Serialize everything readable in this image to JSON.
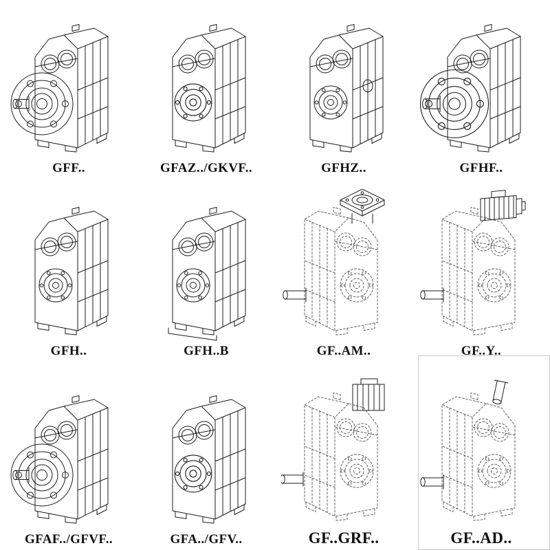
{
  "colors": {
    "background": "#ffffff",
    "line": "#1b1b1b",
    "dashed_line": "#4f4f4f",
    "panel_border": "#c9c9c9",
    "label_text": "#101010"
  },
  "grid": {
    "cells": [
      {
        "id": "gff",
        "label": "GFF..",
        "variant": "flange-with-solid-shaft"
      },
      {
        "id": "gfaz-gkvf",
        "label": "GFAZ../GKVF..",
        "variant": "hollow-bore-front"
      },
      {
        "id": "gfhz",
        "label": "GFHZ..",
        "variant": "hollow-bore-side-cover"
      },
      {
        "id": "gfhf",
        "label": "GFHF..",
        "variant": "large-flange"
      },
      {
        "id": "gfh",
        "label": "GFH..",
        "variant": "foot-mounted"
      },
      {
        "id": "gfh-b",
        "label": "GFH..B",
        "variant": "foot-mounted-base-plate"
      },
      {
        "id": "gf-am",
        "label": "GF..AM..",
        "variant": "phantom-body-top-adapter-flange"
      },
      {
        "id": "gf-y",
        "label": "GF..Y..",
        "variant": "phantom-body-top-motor"
      },
      {
        "id": "gfaf-gfvf",
        "label": "GFAF../GFVF..",
        "variant": "flange-with-solid-shaft"
      },
      {
        "id": "gfa-gfv",
        "label": "GFA../GFV..",
        "variant": "hollow-bore-front"
      },
      {
        "id": "gf-grf",
        "label": "GF..GRF..",
        "variant": "phantom-body-top-gear-adapter"
      },
      {
        "id": "gf-ad",
        "label": "GF..AD..",
        "variant": "phantom-body-top-input-shaft"
      }
    ]
  }
}
